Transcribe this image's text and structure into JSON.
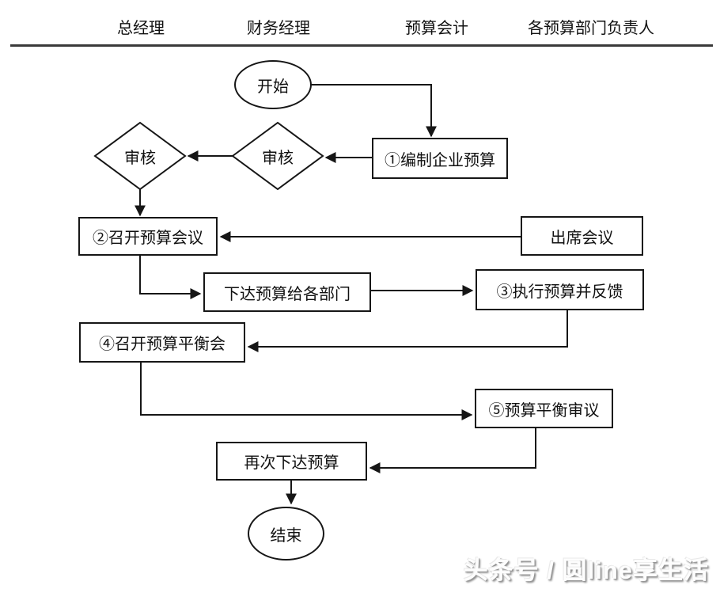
{
  "header": {
    "columns": [
      {
        "label": "总经理"
      },
      {
        "label": "财务经理"
      },
      {
        "label": "预算会计"
      },
      {
        "label": "各预算部门负责人"
      }
    ]
  },
  "flowchart": {
    "start": {
      "label": "开始"
    },
    "compile_budget": {
      "label": "①编制企业预算"
    },
    "review_finance": {
      "label": "审核"
    },
    "review_gm": {
      "label": "审核"
    },
    "budget_meeting": {
      "label": "②召开预算会议"
    },
    "attend_meeting": {
      "label": "出席会议"
    },
    "issue_budget": {
      "label": "下达预算给各部门"
    },
    "execute_budget": {
      "label": "③执行预算并反馈"
    },
    "balance_meeting": {
      "label": "④召开预算平衡会"
    },
    "balance_review": {
      "label": "⑤预算平衡审议"
    },
    "reissue_budget": {
      "label": "再次下达预算"
    },
    "end": {
      "label": "结束"
    }
  },
  "watermark": {
    "text": "头条号 / 圆line享生活"
  },
  "colors": {
    "line": "#161616",
    "node_fill": "#ffffff",
    "header_rule": "#3a3a3a",
    "background": "#ffffff"
  }
}
